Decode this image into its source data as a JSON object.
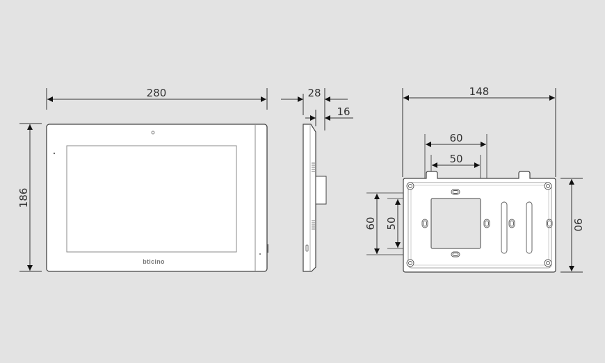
{
  "diagram": {
    "type": "technical dimension drawing",
    "unit": "mm",
    "background_color": "#e3e3e3",
    "line_color": "#333333",
    "front_view": {
      "label": "front-view",
      "width_dim": "280",
      "height_dim": "186",
      "brand_logo": "bticino"
    },
    "side_view": {
      "label": "side-view",
      "depth_dim": "28",
      "depth_inner_dim": "16"
    },
    "bracket_view": {
      "label": "wall-bracket-view",
      "width_dim": "148",
      "height_dim": "90",
      "hole_spacing_h_outer": "60",
      "hole_spacing_h_inner": "50",
      "hole_spacing_v_outer": "60",
      "hole_spacing_v_inner": "50"
    }
  }
}
